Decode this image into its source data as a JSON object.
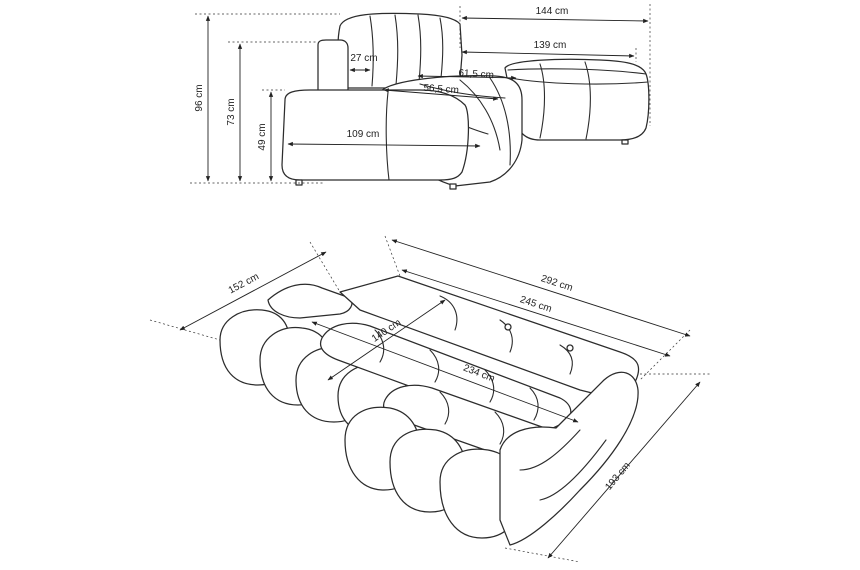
{
  "side_view": {
    "height_total": "96 cm",
    "height_back": "73 cm",
    "height_seat": "49 cm",
    "depth_seat": "109 cm",
    "armrest_width": "27 cm",
    "module_deep": "61,5 cm",
    "module_shallow": "56,5 cm",
    "width_total": "144 cm",
    "width_inner": "139 cm"
  },
  "top_view": {
    "left_depth": "152 cm",
    "seat_depth": "140 cm",
    "length_total": "292 cm",
    "length_inner": "245 cm",
    "length_seat": "234 cm",
    "chaise_length": "193 cm"
  },
  "colors": {
    "line": "#2c2c2c",
    "background": "#ffffff"
  }
}
